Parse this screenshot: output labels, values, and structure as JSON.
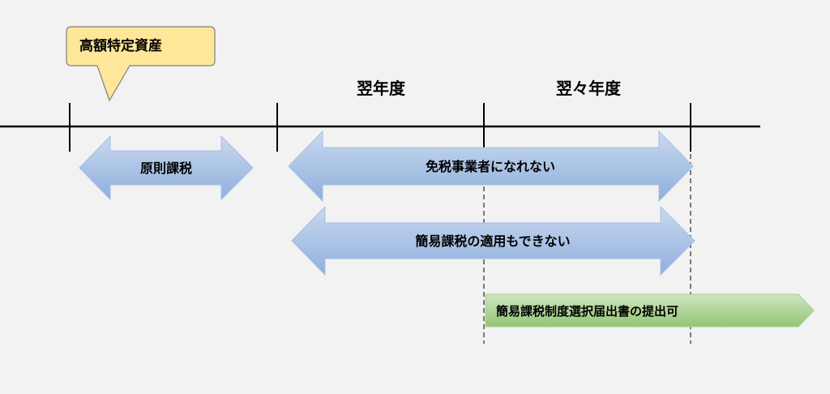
{
  "callout": {
    "label": "高額特定資産",
    "fill": "#ffe699",
    "stroke": "#7f7f7f"
  },
  "year_labels": {
    "next_year": "翌年度",
    "year_after_next": "翌々年度"
  },
  "arrows": {
    "principle_taxation": "原則課税",
    "cannot_be_exempt": "免税事業者になれない",
    "cannot_use_simplified": "簡易課税の適用もできない",
    "filing_possible": "簡易課税制度選択届出書の提出可"
  },
  "colors": {
    "background": "#f2f2f2",
    "timeline": "#000000",
    "blue_arrow_light": "#c5d6ef",
    "blue_arrow_dark": "#8eaedb",
    "green_arrow_light": "#c7e2b5",
    "green_arrow_dark": "#92c472"
  }
}
